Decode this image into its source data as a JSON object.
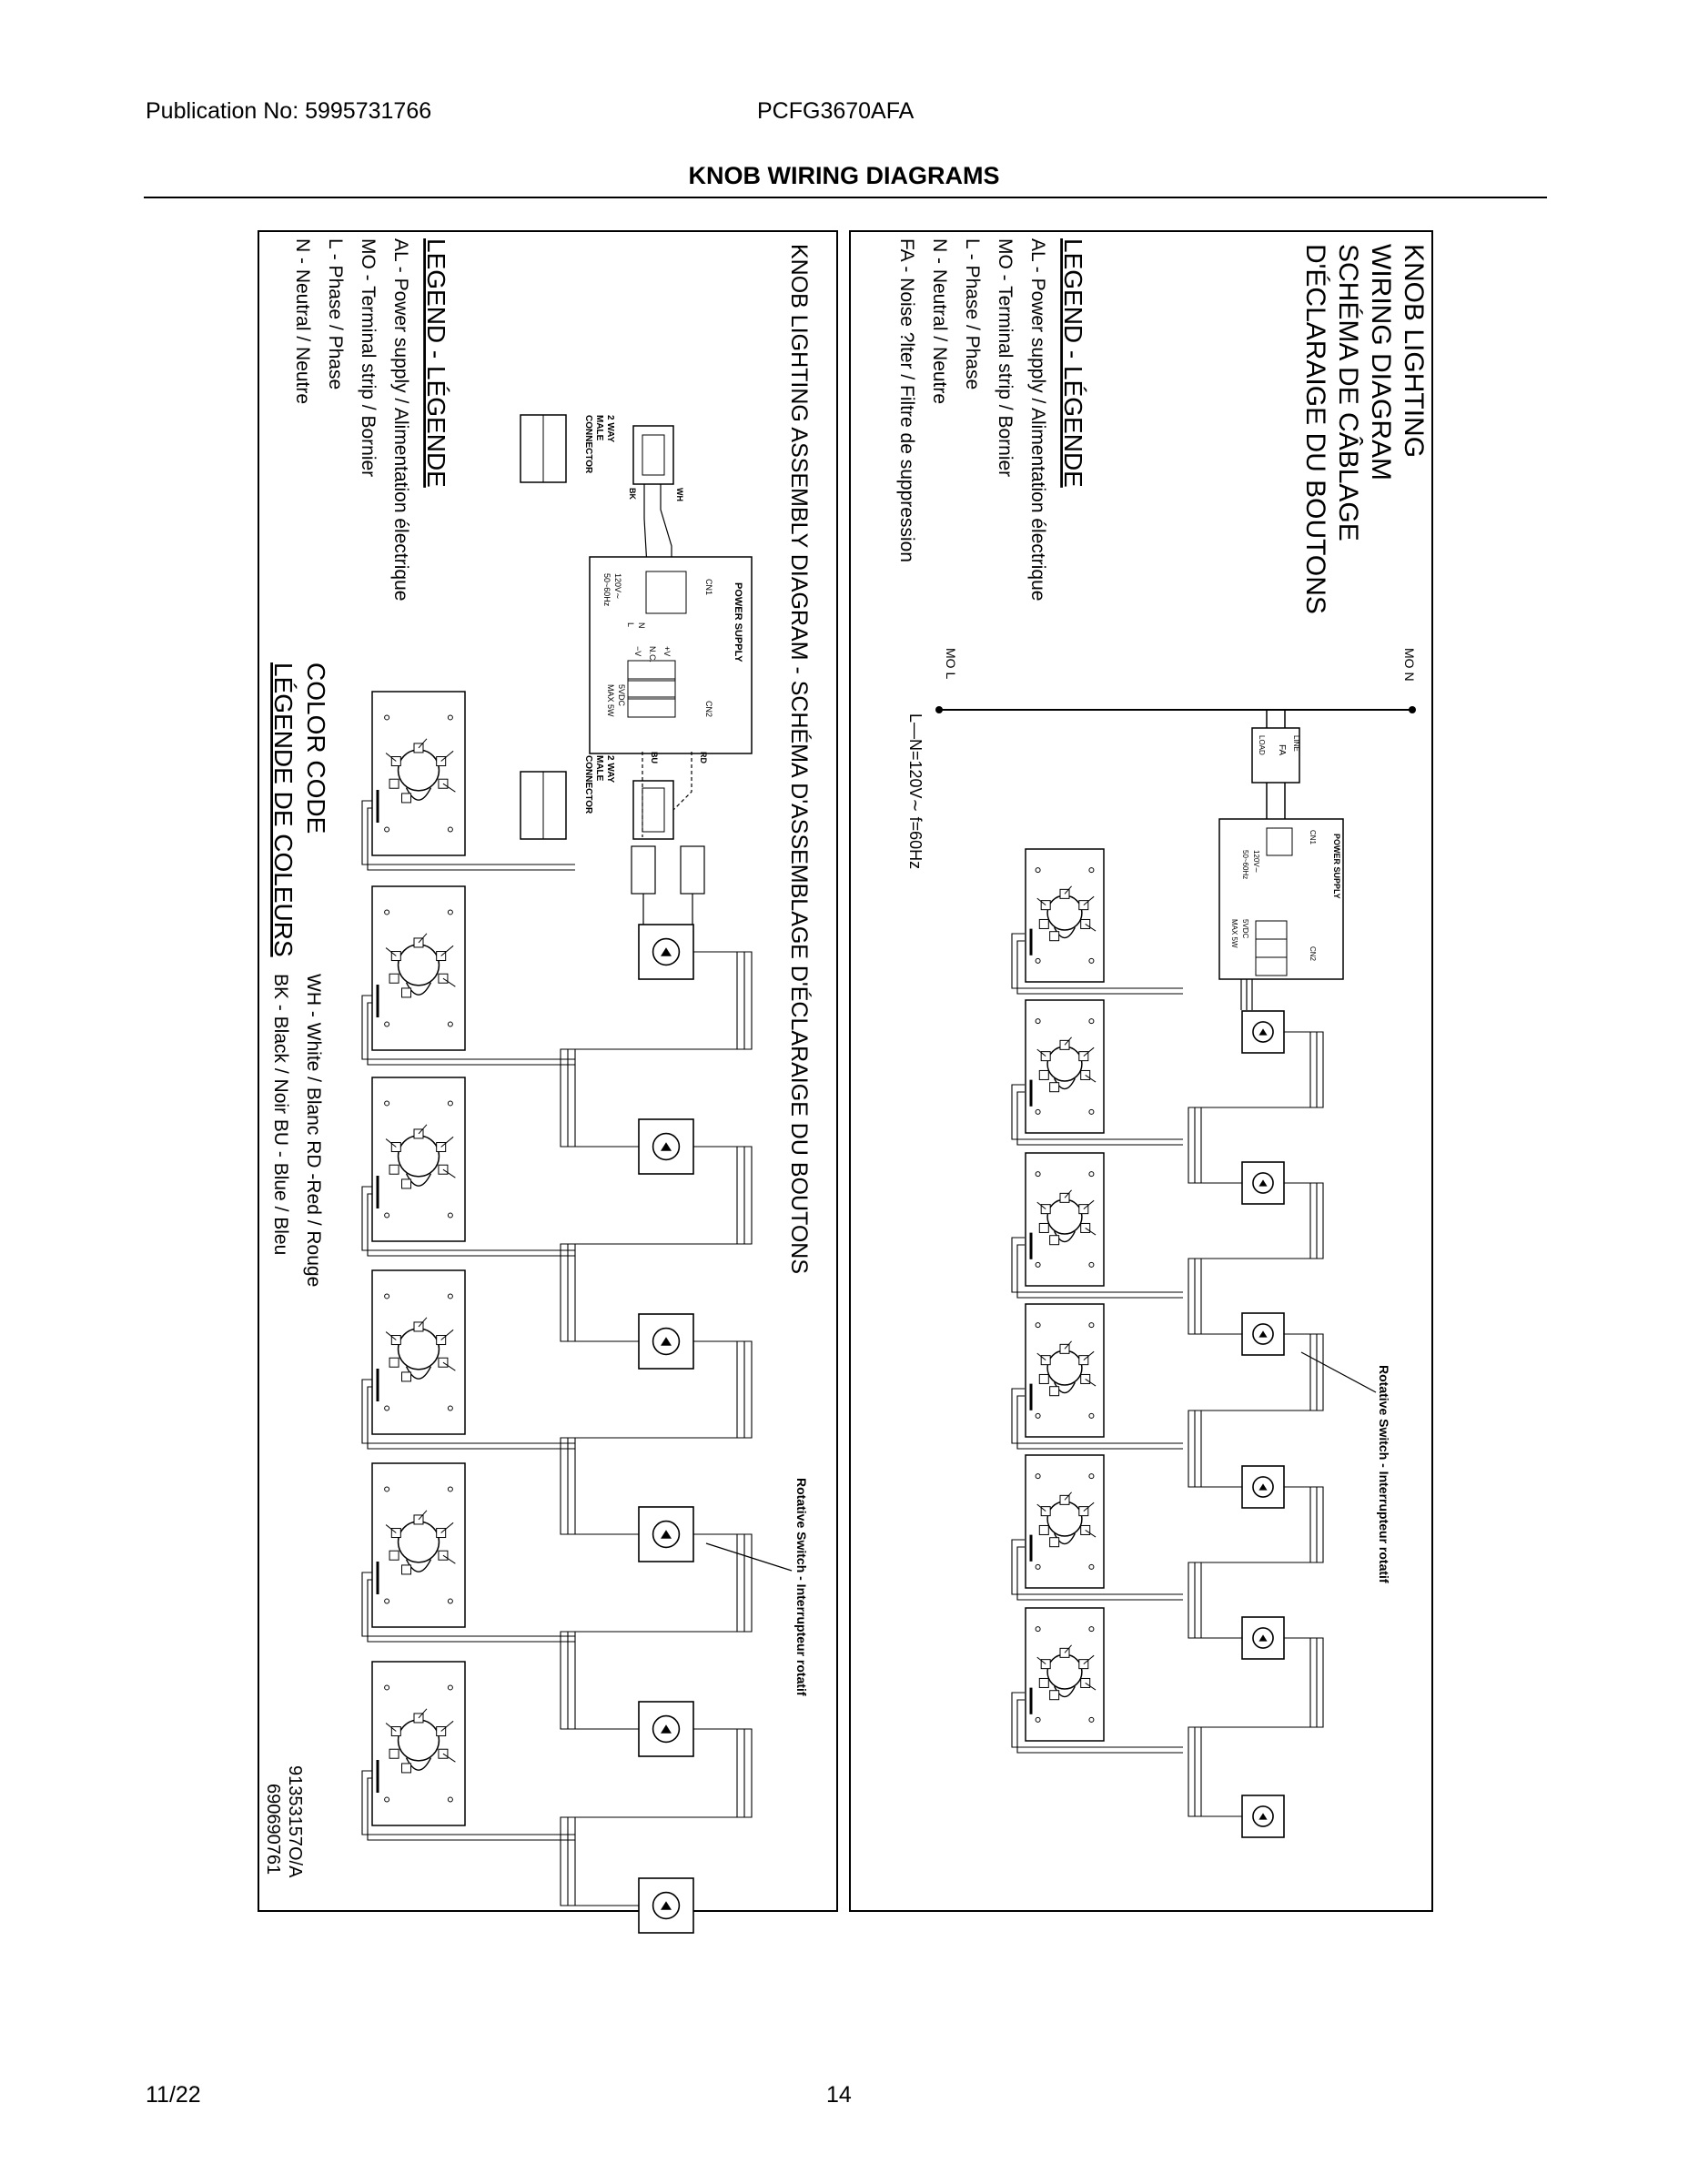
{
  "header": {
    "publication": "Publication No: 5995731766",
    "model": "PCFG3670AFA",
    "title": "KNOB WIRING DIAGRAMS"
  },
  "footer": {
    "date": "11/22",
    "page": "14"
  },
  "right_panel": {
    "title_lines": [
      "KNOB LIGHTING",
      "WIRING DIAGRAM",
      "SCHÉMA DE CÂBLAGE",
      "D'ÉCLARAIGE DU BOUTONS"
    ],
    "legend_title": "LEGEND - LÉGENDE",
    "legend_items": [
      "AL - Power supply / Alimentation électrique",
      "MO - Terminal strip / Bornier",
      "L - Phase / Phase",
      "N - Neutral / Neutre",
      "FA - Noise ?lter / Filtre de suppression"
    ],
    "mo_n": "MO N",
    "mo_l": "MO L",
    "supply_note": "L—N=120V∼  f=60Hz",
    "filter_label": "FA",
    "filter_line": "LINE",
    "filter_load": "LOAD",
    "rotative_label": "Rotative Switch - Interrupteur rotatif"
  },
  "left_panel": {
    "title": "KNOB LIGHTING ASSEMBLY DIAGRAM - SCHÉMA D'ASSEMBLAGE D'ÉCLARAIGE DU BOUTONS",
    "legend_title": "LEGEND - LÉGENDE",
    "legend_items": [
      "AL - Power supply / Alimentation électrique",
      "MO - Terminal strip / Bornier",
      "L - Phase / Phase",
      "N - Neutral / Neutre"
    ],
    "color_code_title": "COLOR CODE",
    "color_code_title_fr": "LÉGENDE DE COLEURS",
    "color_code_lines": [
      "WH - White / Blanc  RD -Red / Rouge",
      "BK - Black / Noir  BU - Blue / Bleu"
    ],
    "connector_label_lines": [
      "2 WAY",
      "MALE",
      "CONNECTOR"
    ],
    "wire_wh": "WH",
    "wire_bk": "BK",
    "wire_rd": "RD",
    "wire_bu": "BU",
    "rotative_label": "Rotative Switch - Interrupteur rotatif",
    "part_numbers": [
      "91353157O/A",
      "690690761"
    ]
  },
  "power_supply": {
    "title": "POWER SUPPLY",
    "cn1": "CN1",
    "cn2": "CN2",
    "input_pins": [
      "L",
      "N"
    ],
    "input_rating": [
      "120V∼",
      "50~60Hz"
    ],
    "output_pins": [
      "+V",
      "N.C.",
      "−V"
    ],
    "output_rating": [
      "5VDC",
      "MAX 5W"
    ]
  }
}
